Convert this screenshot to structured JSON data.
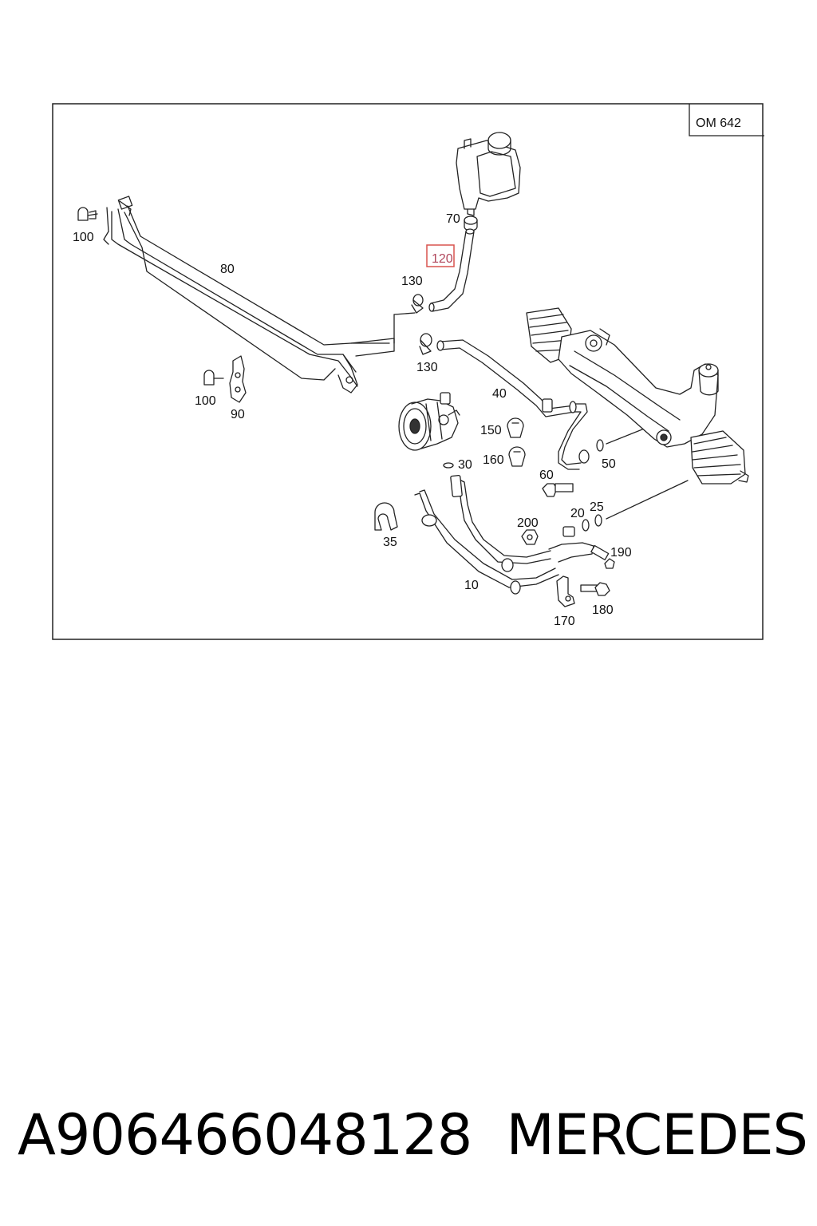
{
  "diagram": {
    "variant_label": "OM 642",
    "highlighted_part": "120",
    "callouts": {
      "p100a": "100",
      "p80": "80",
      "p100b": "100",
      "p90": "90",
      "p70": "70",
      "p120": "120",
      "p130a": "130",
      "p130b": "130",
      "p40": "40",
      "p150": "150",
      "p160": "160",
      "p30": "30",
      "p60": "60",
      "p50": "50",
      "p35": "35",
      "p200": "200",
      "p20": "20",
      "p25": "25",
      "p190": "190",
      "p10": "10",
      "p170": "170",
      "p180": "180"
    }
  },
  "caption": {
    "part_number": "A906466048128",
    "brand": "MERCEDES"
  }
}
